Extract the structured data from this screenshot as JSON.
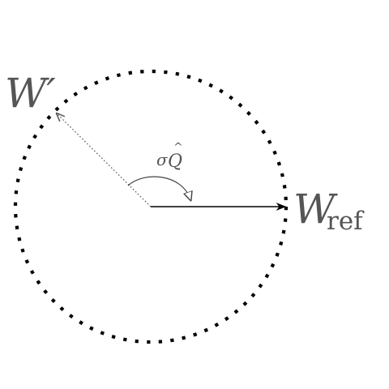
{
  "labels": {
    "w_prime": "W′",
    "w_ref_main": "W",
    "w_ref_sub": "ref",
    "angle_sigma": "σ",
    "angle_q": "Q",
    "angle_hat": "^"
  },
  "colors": {
    "circle": "#000000",
    "vector": "#000000",
    "dotted_vector": "#555555",
    "label": "#555555",
    "angle_arc": "#444444"
  }
}
